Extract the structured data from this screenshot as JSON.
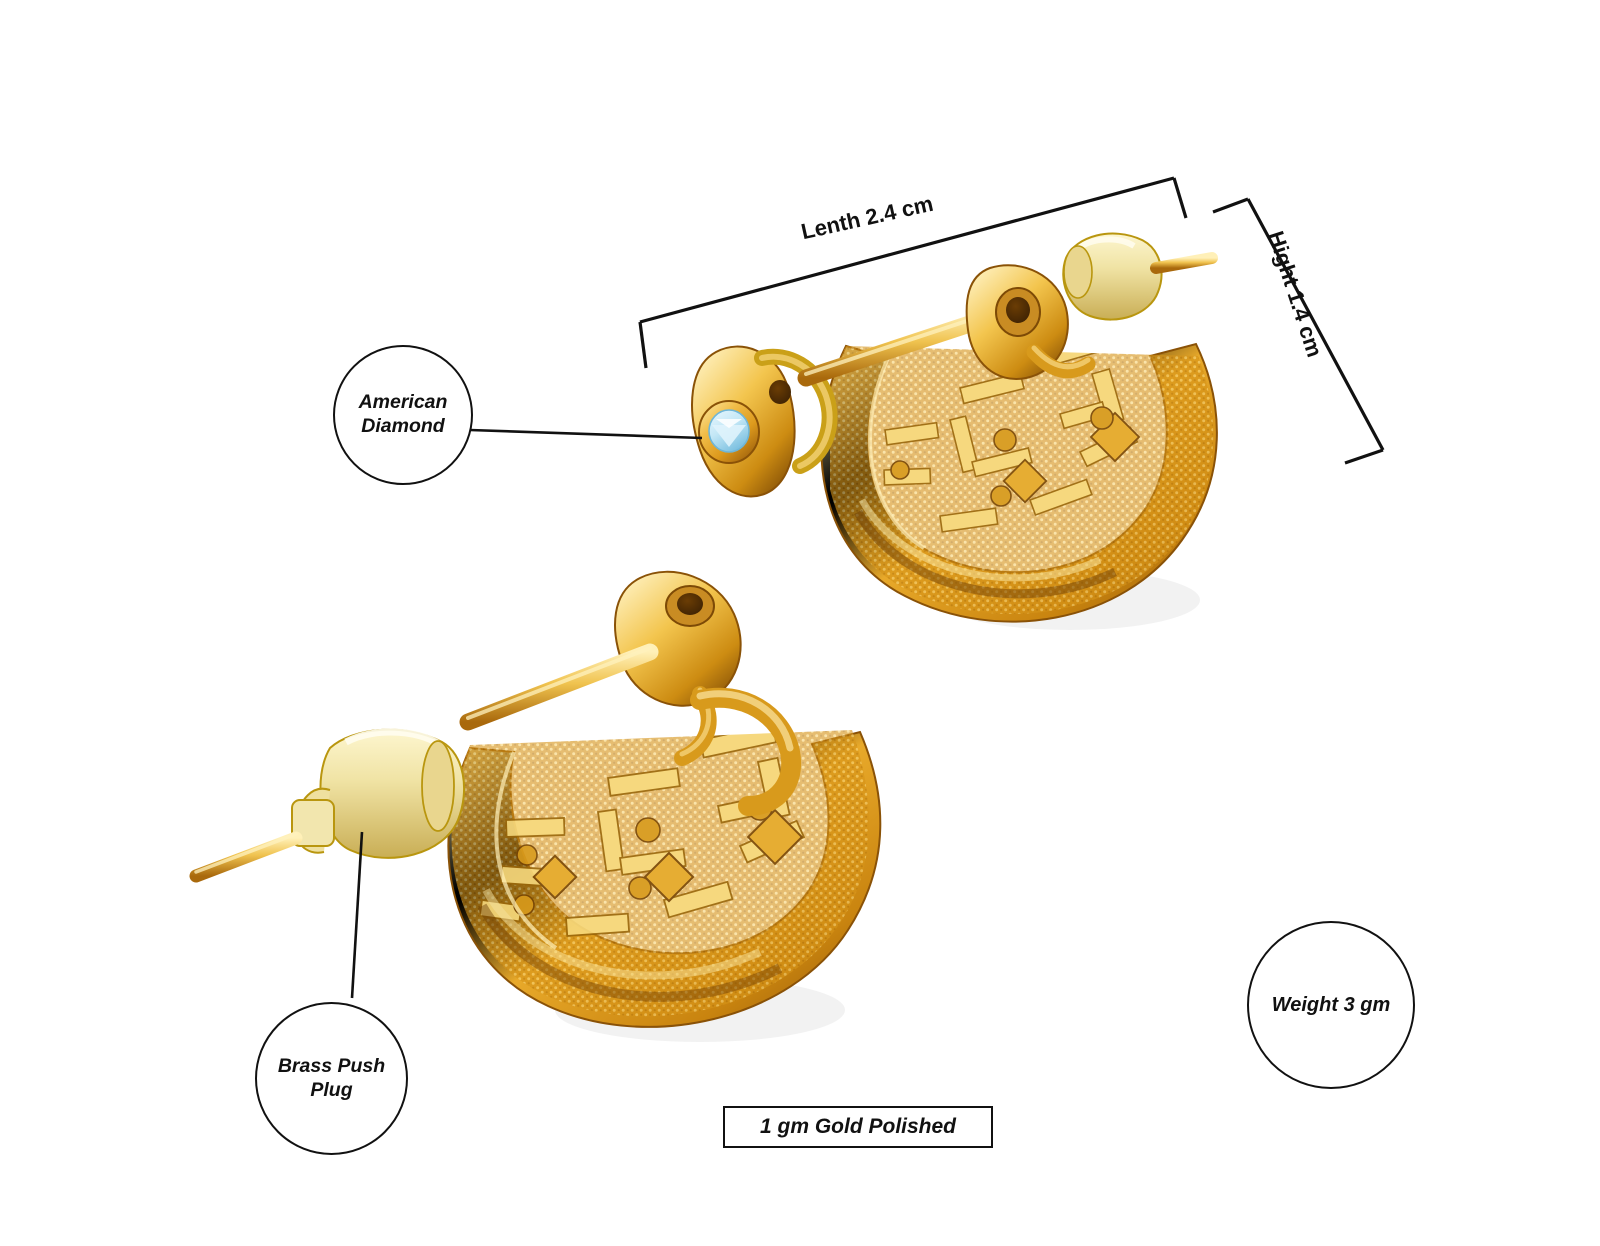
{
  "product": {
    "type": "earrings",
    "description": "Pair of gold-polished hoop earrings with Greek-key pattern and push-plug backs"
  },
  "annotations": {
    "length_label": "Lenth  2.4 cm",
    "height_label": "Hight 1.4 cm",
    "american_diamond": "American\nDiamond",
    "american_diamond_line1": "American",
    "american_diamond_line2": "Diamond",
    "brass_push_plug_line1": "Brass Push",
    "brass_push_plug_line2": "Plug",
    "weight": "Weight 3 gm",
    "gold_polished": "1 gm Gold Polished"
  },
  "colors": {
    "background": "#ffffff",
    "line": "#111111",
    "gold_light": "#fbe08a",
    "gold_mid": "#e8a92a",
    "gold_dark": "#b9760d",
    "gold_deep": "#8a5207",
    "gem_blue": "#bfe6f5",
    "gem_blue_dark": "#7ec4e4",
    "plug_cream": "#f2e8b8"
  }
}
